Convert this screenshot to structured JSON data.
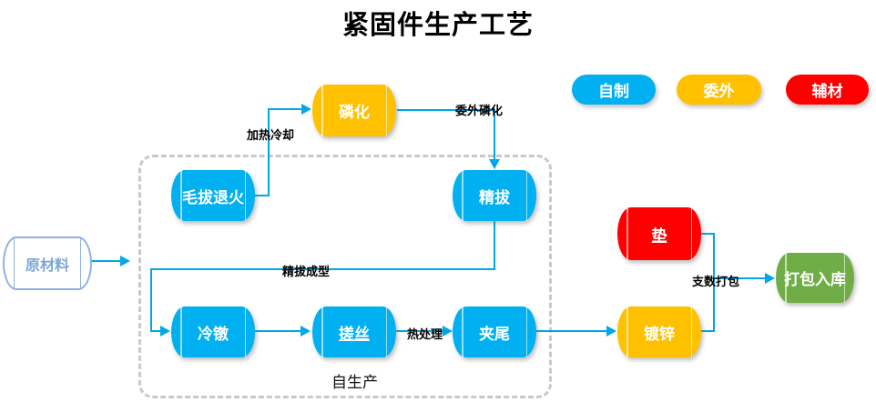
{
  "title": "紧固件生产工艺",
  "legend": [
    {
      "label": "自制",
      "color": "#00B0F0"
    },
    {
      "label": "委外",
      "color": "#FFC000"
    },
    {
      "label": "辅材",
      "color": "#FE0000"
    }
  ],
  "group": {
    "label": "自生产"
  },
  "nodes": {
    "raw_material": {
      "label": "原材料",
      "type": "raw"
    },
    "phosphating": {
      "label": "磷化",
      "type": "outsourced"
    },
    "rough_draw_anneal": {
      "label": "毛拔退火",
      "type": "self_made"
    },
    "fine_draw": {
      "label": "精拔",
      "type": "self_made"
    },
    "cold_heading": {
      "label": "冷镦",
      "type": "self_made"
    },
    "thread_rolling": {
      "label": "搓丝",
      "type": "self_made"
    },
    "tail_clamp": {
      "label": "夹尾",
      "type": "self_made"
    },
    "galvanize": {
      "label": "镀锌",
      "type": "outsourced"
    },
    "washer": {
      "label": "垫",
      "type": "auxiliary"
    },
    "pack_warehouse": {
      "label": "打包入库",
      "type": "finished"
    }
  },
  "edge_labels": {
    "heat_cooling": "加热冷却",
    "outsourced_phosphating": "委外磷化",
    "fine_draw_forming": "精拔成型",
    "heat_treatment": "热处理",
    "count_packing": "支数打包"
  },
  "colors": {
    "self_made": "#00B0F0",
    "outsourced": "#FFC000",
    "auxiliary": "#FE0000",
    "finished": "#70AD47",
    "raw_material_outline": "#8EB0DE",
    "connector": "#00A7E8",
    "group_border": "#C9C9C9"
  }
}
